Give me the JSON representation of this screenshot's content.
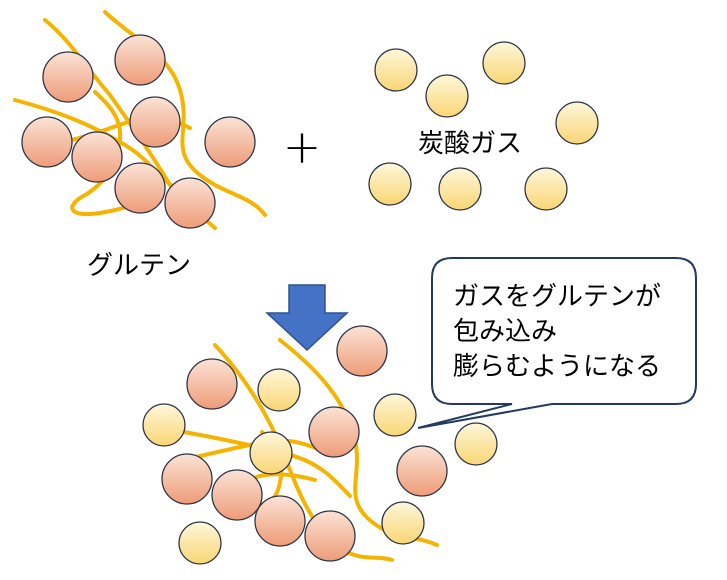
{
  "labels": {
    "gluten": "グルテン",
    "co2": "炭酸ガス",
    "plus": "+"
  },
  "callout": {
    "lines": [
      "ガスをグルテンが",
      "包み込み",
      "膨らむようになる"
    ]
  },
  "colors": {
    "strand": "#F5B400",
    "gluten_ball_top": "#FBE3D6",
    "gluten_ball_bottom": "#EE9C78",
    "gas_ball_top": "#FEF7DA",
    "gas_ball_bottom": "#FAD674",
    "ball_outline": "#2F3547",
    "arrow_fill": "#4472C4",
    "arrow_stroke": "#2F528F",
    "callout_stroke": "#223A5E"
  },
  "icons": {
    "arrow": "down-arrow-icon",
    "plus": "plus-sign"
  }
}
